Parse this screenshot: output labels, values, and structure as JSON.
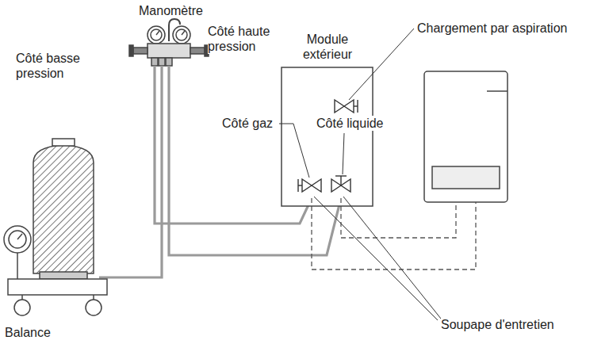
{
  "diagram": {
    "nodes": [
      {
        "text": [
          "Module extérieur",
          "Côté liquide"
        ]
      }
    ],
    "labels": [
      "Manomètre",
      "Côté basse pression",
      "Côté haute pression",
      "Chargement par aspiration",
      "Côté gaz",
      "Soupape d'entretien",
      "Balance"
    ]
  }
}
